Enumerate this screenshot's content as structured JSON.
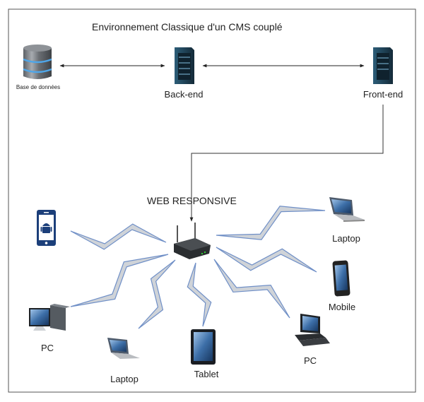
{
  "diagram": {
    "title": "Environnement Classique d'un CMS couplé",
    "section_label": "WEB RESPONSIVE",
    "colors": {
      "frame": "#555555",
      "connector": "#222222",
      "wireless_fill": "#cfd3d8",
      "wireless_stroke": "#6f8fc7",
      "server": "#1f4257",
      "device_blue": "#1c3f7a"
    },
    "backend_nodes": [
      {
        "id": "database",
        "label": "Base de données",
        "icon": "database-icon"
      },
      {
        "id": "backend",
        "label": "Back-end",
        "icon": "server-rack-icon"
      },
      {
        "id": "frontend",
        "label": "Front-end",
        "icon": "server-rack-icon"
      }
    ],
    "connections": [
      {
        "from": "database",
        "to": "backend",
        "type": "bidirectional-arrow"
      },
      {
        "from": "backend",
        "to": "frontend",
        "type": "bidirectional-arrow"
      },
      {
        "from": "frontend",
        "to": "router",
        "type": "elbow-arrow"
      }
    ],
    "hub": {
      "id": "router",
      "icon": "wireless-router-icon"
    },
    "devices": [
      {
        "id": "android-phone",
        "label": "",
        "icon": "android-phone-icon"
      },
      {
        "id": "laptop-right",
        "label": "Laptop",
        "icon": "laptop-icon"
      },
      {
        "id": "mobile",
        "label": "Mobile",
        "icon": "smartphone-icon"
      },
      {
        "id": "pc-right",
        "label": "PC",
        "icon": "desktop-pc-icon"
      },
      {
        "id": "tablet",
        "label": "Tablet",
        "icon": "tablet-icon"
      },
      {
        "id": "laptop-left",
        "label": "Laptop",
        "icon": "laptop-icon"
      },
      {
        "id": "pc-left",
        "label": "PC",
        "icon": "desktop-tower-icon"
      }
    ]
  }
}
